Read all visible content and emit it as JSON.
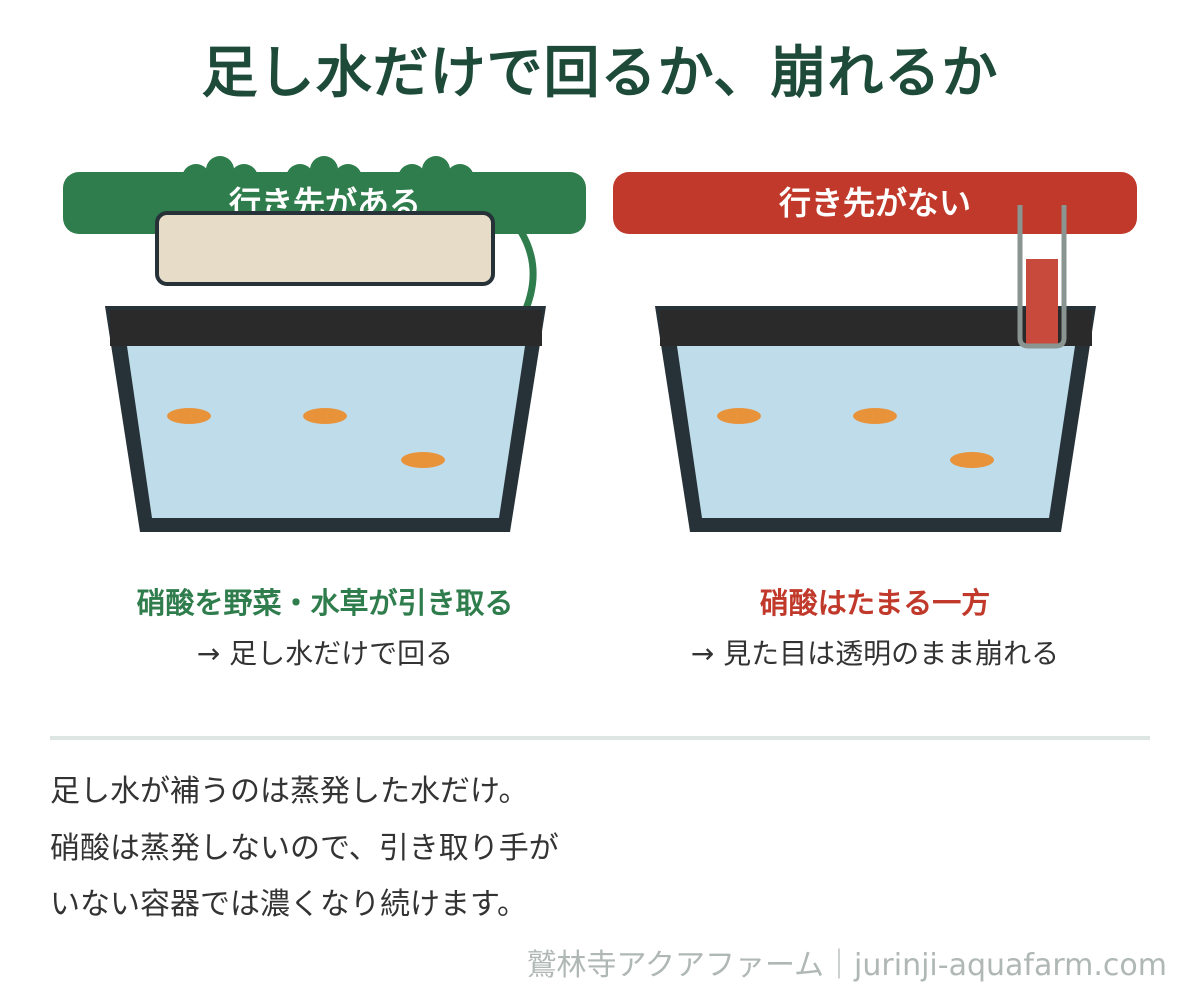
{
  "title": "足し水だけで回るか、崩れるか",
  "left": {
    "header": "行き先がある",
    "caption": "硝酸を野菜・水草が引き取る",
    "result": "→ 足し水だけで回る"
  },
  "right": {
    "header": "行き先がない",
    "caption": "硝酸はたまる一方",
    "result": "→ 見た目は透明のまま崩れる"
  },
  "body": [
    "足し水が補うのは蒸発した水だけ。",
    "硝酸は蒸発しないので、引き取り手が",
    "いない容器では濃くなり続けます。"
  ],
  "credit": "鷲林寺アクアファーム｜jurinji-aquafarm.com",
  "colors": {
    "green": "#2f7d4c",
    "red": "#c0392b",
    "water": "#bfdcea",
    "fish": "#e8923a",
    "tank": "#263238",
    "planter": "#e6dcc8",
    "title": "#1e4a3a"
  }
}
